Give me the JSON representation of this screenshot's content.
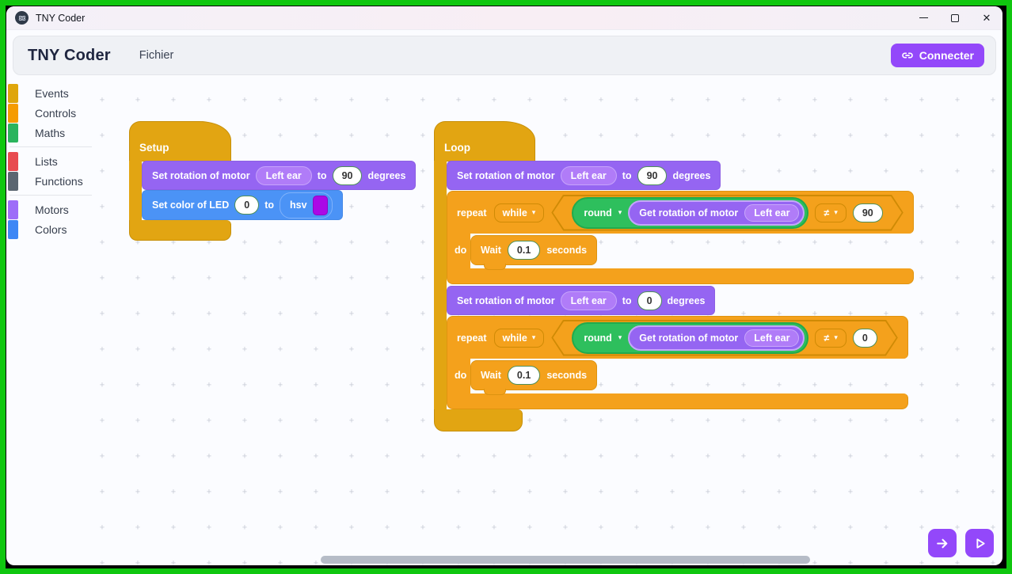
{
  "ui": {
    "dropdown_caret": "▾"
  },
  "window": {
    "titlebar": {
      "title": "TNY Coder",
      "close_glyph": "✕"
    },
    "frame_color": "#10c70f"
  },
  "header": {
    "brand": "TNY Coder",
    "menu_items": [
      {
        "label": "Fichier"
      }
    ],
    "connect": {
      "label": "Connecter",
      "color": "#9348fa"
    }
  },
  "toolbox": {
    "groups": [
      {
        "items": [
          {
            "label": "Events",
            "chip_style": "background:#dfa60b"
          },
          {
            "label": "Controls",
            "chip_style": "background:#f59c01"
          },
          {
            "label": "Maths",
            "chip_style": "background:#2bb45d"
          }
        ]
      },
      {
        "items": [
          {
            "label": "Lists",
            "chip_style": "background:#e84b4f"
          },
          {
            "label": "Functions",
            "chip_style": "background:#5b6670"
          }
        ]
      },
      {
        "items": [
          {
            "label": "Motors",
            "chip_style": "background:#9e6df8"
          },
          {
            "label": "Colors",
            "chip_style": "background:#3e87f5"
          }
        ]
      }
    ]
  },
  "workspace": {
    "setup": {
      "hat_label": "Setup",
      "set_rotation": {
        "label": "Set rotation of motor",
        "motor": "Left ear",
        "to": "to",
        "angle": "90",
        "unit": "degrees"
      },
      "set_color": {
        "label": "Set color of LED",
        "index": "0",
        "to": "to",
        "mode": "hsv",
        "swatch_style": "background:#ab08e6"
      }
    },
    "loop": {
      "hat_label": "Loop",
      "set_rotation_first": {
        "label": "Set rotation of motor",
        "motor": "Left ear",
        "to": "to",
        "angle": "90",
        "unit": "degrees"
      },
      "repeat_first": {
        "repeat_label": "repeat",
        "mode": "while",
        "round_label": "round",
        "getter_label": "Get rotation of motor",
        "motor": "Left ear",
        "operator": "≠",
        "compare_value": "90",
        "do_label": "do",
        "wait": {
          "label": "Wait",
          "value": "0.1",
          "unit": "seconds"
        }
      },
      "set_rotation_second": {
        "label": "Set rotation of motor",
        "motor": "Left ear",
        "to": "to",
        "angle": "0",
        "unit": "degrees"
      },
      "repeat_second": {
        "repeat_label": "repeat",
        "mode": "while",
        "round_label": "round",
        "getter_label": "Get rotation of motor",
        "motor": "Left ear",
        "operator": "≠",
        "compare_value": "0",
        "do_label": "do",
        "wait": {
          "label": "Wait",
          "value": "0.1",
          "unit": "seconds"
        }
      }
    }
  },
  "footer_buttons": [
    {
      "icon": "arrow-right"
    },
    {
      "icon": "play"
    }
  ]
}
